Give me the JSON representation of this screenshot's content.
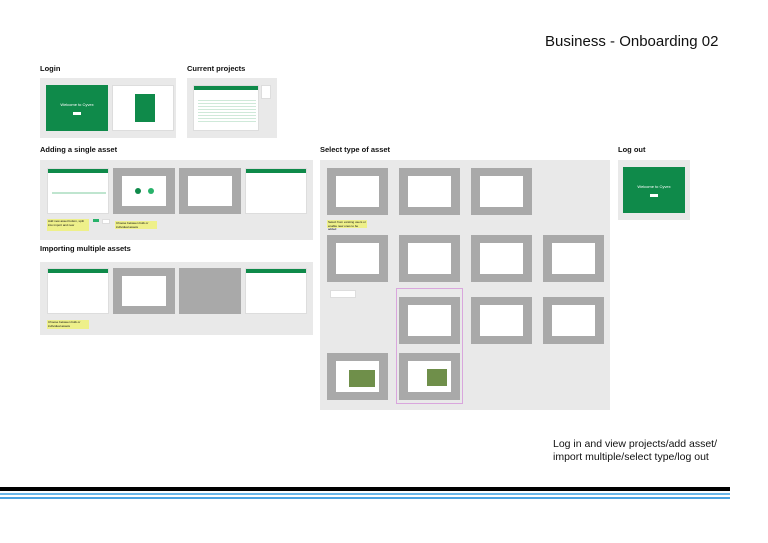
{
  "board_title": "Business - Onboarding 02",
  "sections": {
    "login": "Login",
    "current_projects": "Current projects",
    "adding_single": "Adding a single asset",
    "importing_multiple": "Importing multiple assets",
    "select_type": "Select type of asset",
    "log_out": "Log out"
  },
  "screens": {
    "welcome": "Welcome to Cyvex"
  },
  "notes": {
    "add_asset": "Add new asset button, split into import and new",
    "choose_bulk": "Choose between bulk or individual assets",
    "choose_bulk_2": "Choose between bulk or individual assets",
    "select_users": "Select from existing users or enable new ones to be added"
  },
  "footer": {
    "line1": "Log in and view projects/add asset/",
    "line2": "import multiple/select type/log out"
  },
  "colors": {
    "brand": "#0f8a4a",
    "accent": "#28b26a",
    "note": "#eef08a"
  }
}
